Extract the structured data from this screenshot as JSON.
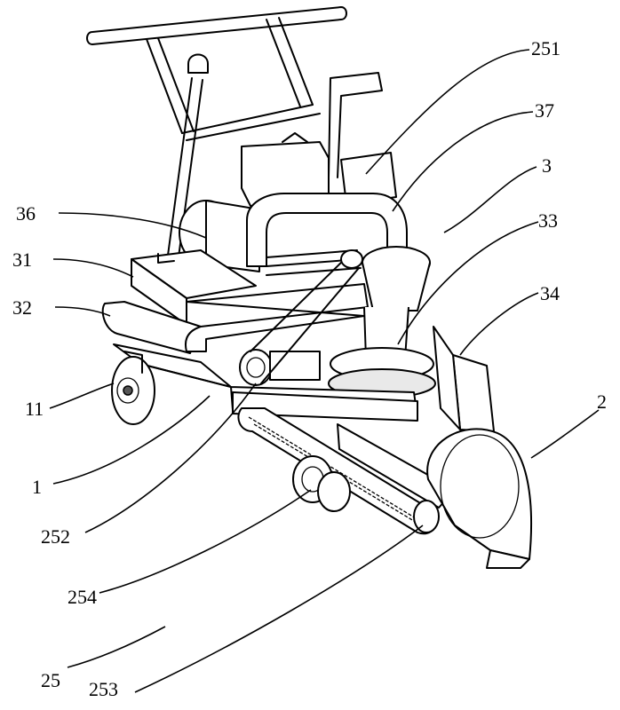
{
  "labels": {
    "l251": "251",
    "l37": "37",
    "l3": "3",
    "l33": "33",
    "l36": "36",
    "l31": "31",
    "l32": "32",
    "l34": "34",
    "l2": "2",
    "l11": "11",
    "l1": "1",
    "l252": "252",
    "l254": "254",
    "l25": "25",
    "l253": "253"
  }
}
